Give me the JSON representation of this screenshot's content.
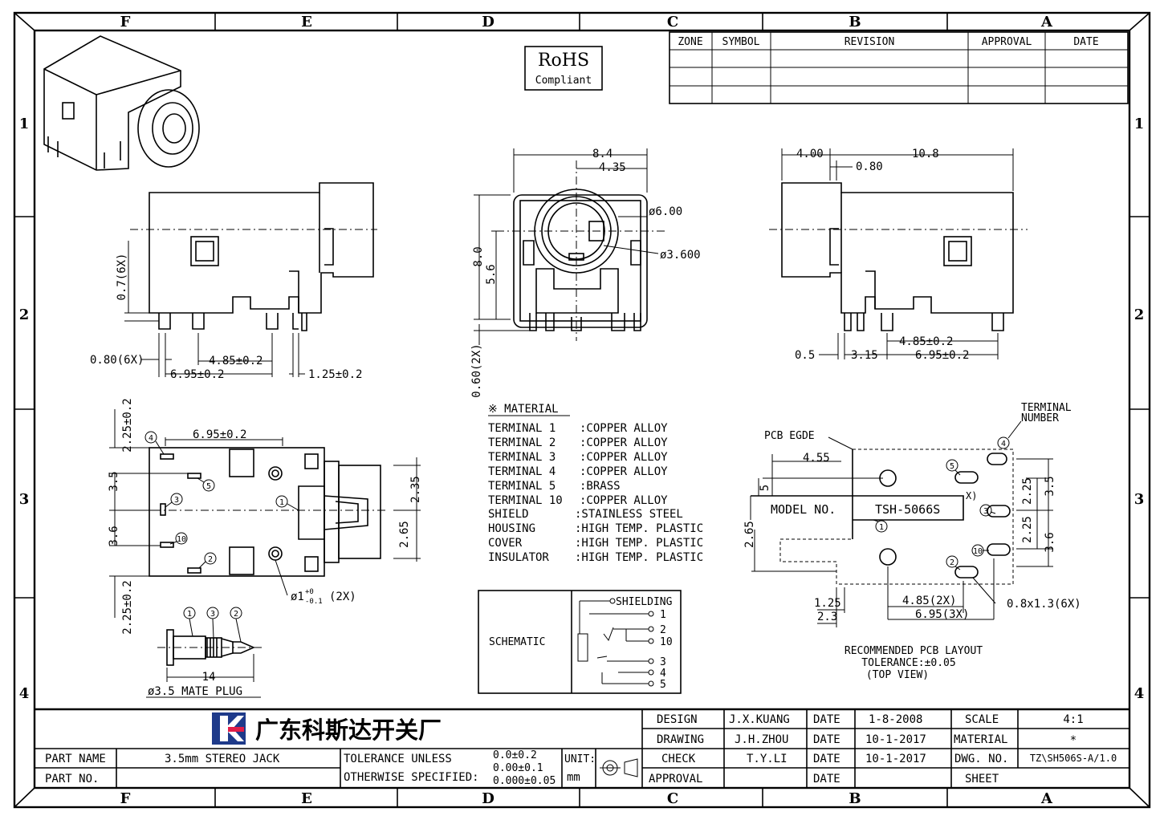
{
  "frame": {
    "col_labels": [
      "F",
      "E",
      "D",
      "C",
      "B",
      "A"
    ],
    "row_labels": [
      "1",
      "2",
      "3",
      "4"
    ]
  },
  "rohs": {
    "title": "RoHS",
    "subtitle": "Compliant"
  },
  "revision_table": {
    "headers": [
      "ZONE",
      "SYMBOL",
      "REVISION",
      "APPROVAL",
      "DATE"
    ]
  },
  "front_view": {
    "dim_07": "0.7(6X)",
    "dim_080": "0.80(6X)",
    "dim_485": "4.85±0.2",
    "dim_695": "6.95±0.2",
    "dim_125": "1.25±0.2"
  },
  "end_view": {
    "dim_84": "8.4",
    "dim_435": "4.35",
    "dim_80": "8.0",
    "dim_56": "5.6",
    "dim_060": "0.60(2X)",
    "dim_d600": "ø6.00",
    "dim_d3600": "ø3.600"
  },
  "back_view": {
    "dim_400": "4.00",
    "dim_108": "10.8",
    "dim_080": "0.80",
    "dim_05": "0.5",
    "dim_315": "3.15",
    "dim_485": "4.85±0.2",
    "dim_695": "6.95±0.2"
  },
  "top_view": {
    "dim_695": "6.95±0.2",
    "dim_225a": "2.25±0.2",
    "dim_225b": "2.25±0.2",
    "dim_35": "3.5",
    "dim_36": "3.6",
    "dim_235": "2.35",
    "dim_265": "2.65",
    "hole_note": "ø1",
    "hole_tol_up": "+0",
    "hole_tol_dn": "-0.1",
    "hole_qty": "(2X)",
    "terminals": [
      "4",
      "5",
      "3",
      "1",
      "10",
      "2"
    ]
  },
  "plug": {
    "labels": [
      "1",
      "3",
      "2"
    ],
    "dim_14": "14",
    "caption": "ø3.5 MATE PLUG"
  },
  "material": {
    "title": "※ MATERIAL",
    "rows": [
      {
        "part": "TERMINAL 1",
        "mat": ":COPPER ALLOY"
      },
      {
        "part": "TERMINAL 2",
        "mat": ":COPPER ALLOY"
      },
      {
        "part": "TERMINAL 3",
        "mat": ":COPPER ALLOY"
      },
      {
        "part": "TERMINAL 4",
        "mat": ":COPPER ALLOY"
      },
      {
        "part": "TERMINAL 5",
        "mat": ":BRASS"
      },
      {
        "part": "TERMINAL 10",
        "mat": ":COPPER ALLOY"
      },
      {
        "part": "SHIELD",
        "mat": ":STAINLESS STEEL"
      },
      {
        "part": "HOUSING",
        "mat": ":HIGH TEMP. PLASTIC"
      },
      {
        "part": "COVER",
        "mat": ":HIGH TEMP. PLASTIC"
      },
      {
        "part": "INSULATOR",
        "mat": ":HIGH TEMP. PLASTIC"
      }
    ]
  },
  "schematic": {
    "label": "SCHEMATIC",
    "shielding": "SHIELDING",
    "pins": [
      "1",
      "2",
      "10",
      "3",
      "4",
      "5"
    ]
  },
  "pcb_layout": {
    "pcb_edge": "PCB EGDE",
    "terminal_number": [
      "TERMINAL",
      "NUMBER"
    ],
    "model_label": "MODEL NO.",
    "model_value": "TSH-5066S",
    "x_mark": "X)",
    "dim_455": "4.55",
    "dim_5": "5",
    "dim_265": "2.65",
    "dim_225a": "2.25",
    "dim_225b": "2.25",
    "dim_35": "3.5",
    "dim_36": "3.6",
    "dim_125": "1.25",
    "dim_23": "2.3",
    "dim_485": "4.85(2X)",
    "dim_695": "6.95(3X)",
    "dim_hole": "0.8x1.3(6X)",
    "terminals": [
      "4",
      "5",
      "3",
      "1",
      "10",
      "2"
    ],
    "caption": [
      "RECOMMENDED PCB LAYOUT",
      "TOLERANCE:±0.05",
      "(TOP VIEW)"
    ]
  },
  "title_block": {
    "company": "广东科斯达开关厂",
    "part_name_label": "PART NAME",
    "part_name": "3.5mm STEREO JACK",
    "part_no_label": "PART NO.",
    "tolerance_line1": "TOLERANCE UNLESS",
    "tolerance_line2": "OTHERWISE SPECIFIED:",
    "tol_1": "0.0±0.2",
    "tol_2": "0.00±0.1",
    "tol_3": "0.000±0.05",
    "unit_label": "UNIT:",
    "unit": "mm",
    "rows": [
      {
        "role": "DESIGN",
        "name": "J.X.KUANG",
        "date_label": "DATE",
        "date": "1-8-2008",
        "key": "SCALE",
        "val": "4:1"
      },
      {
        "role": "DRAWING",
        "name": "J.H.ZHOU",
        "date_label": "DATE",
        "date": "10-1-2017",
        "key": "MATERIAL",
        "val": "*"
      },
      {
        "role": "CHECK",
        "name": "T.Y.LI",
        "date_label": "DATE",
        "date": "10-1-2017",
        "key": "DWG. NO.",
        "val": "TZ\\SH506S-A/1.0"
      },
      {
        "role": "APPROVAL",
        "name": "",
        "date_label": "DATE",
        "date": "",
        "key": "SHEET",
        "val": ""
      }
    ]
  }
}
